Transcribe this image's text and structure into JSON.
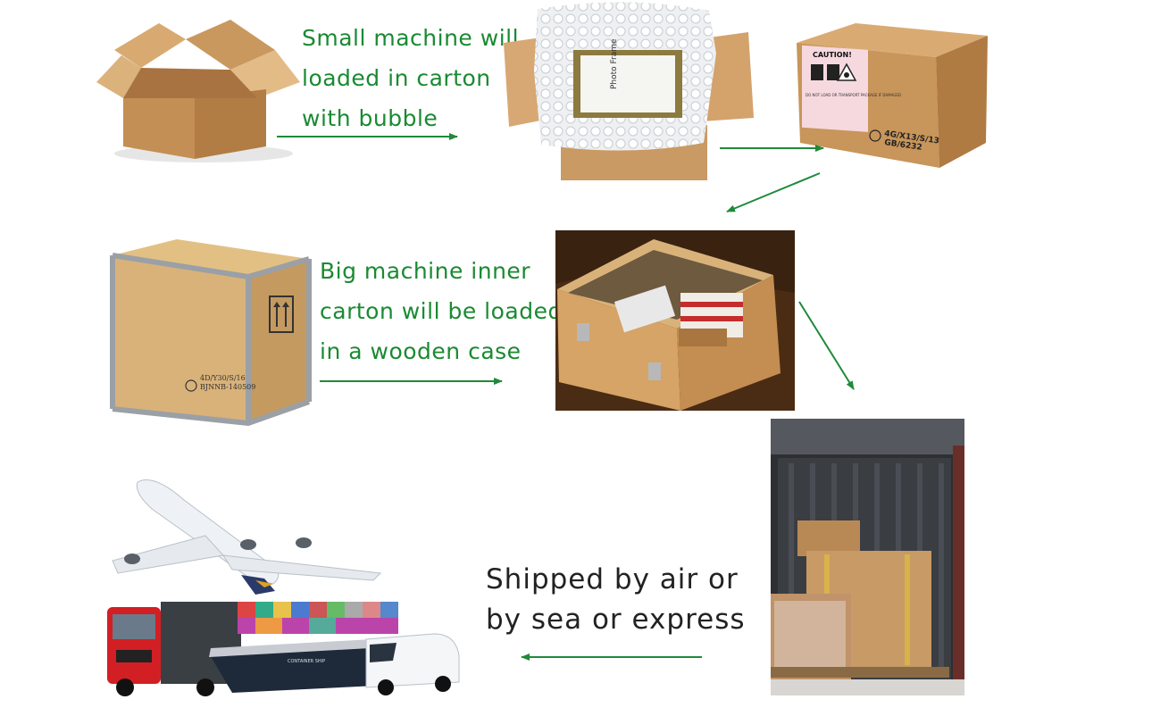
{
  "steps": {
    "small": {
      "line1": "Small machine will",
      "line2": "loaded in carton",
      "line3": "with bubble"
    },
    "big": {
      "line1": "Big machine inner",
      "line2": "carton will be loaded",
      "line3": "in a wooden case"
    },
    "ship": {
      "line1": "Shipped by air or",
      "line2": "by sea or express"
    }
  },
  "labels": {
    "caution_title": "CAUTION!",
    "caution_note": "DO NOT LOAD OR TRANSPORT PACKAGE IF DAMAGED",
    "box_code_1": "4G/X13/S/13",
    "box_code_2": "GB/6232",
    "frame_text": "Photo Frame",
    "crate_code_1": "4D/Y30/S/16",
    "crate_code_2": "BJNNB-140509",
    "ship_name": "CONTAINER SHIP"
  },
  "colors": {
    "caption_green": "#1a8a32",
    "caption_dark": "#222222",
    "arrow_green": "#1f8a3a",
    "cardboard": "#c99a63",
    "wood": "#d9b27a"
  },
  "icons": [
    "open-carton-icon",
    "bubble-wrap-carton-icon",
    "sealed-carton-icon",
    "wooden-crate-icon",
    "open-wooden-case-icon",
    "shipping-container-icon",
    "airplane-icon",
    "truck-icon",
    "cargo-ship-icon",
    "van-icon"
  ]
}
